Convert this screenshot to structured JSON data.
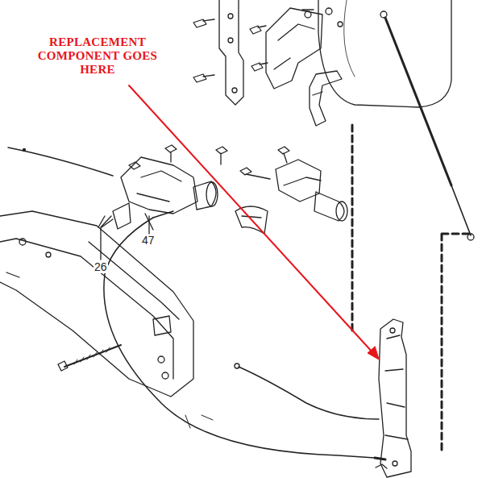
{
  "diagram": {
    "labels": [
      "REPLACEMENT COMPONENT GOES HERE",
      "47",
      "26"
    ]
  }
}
